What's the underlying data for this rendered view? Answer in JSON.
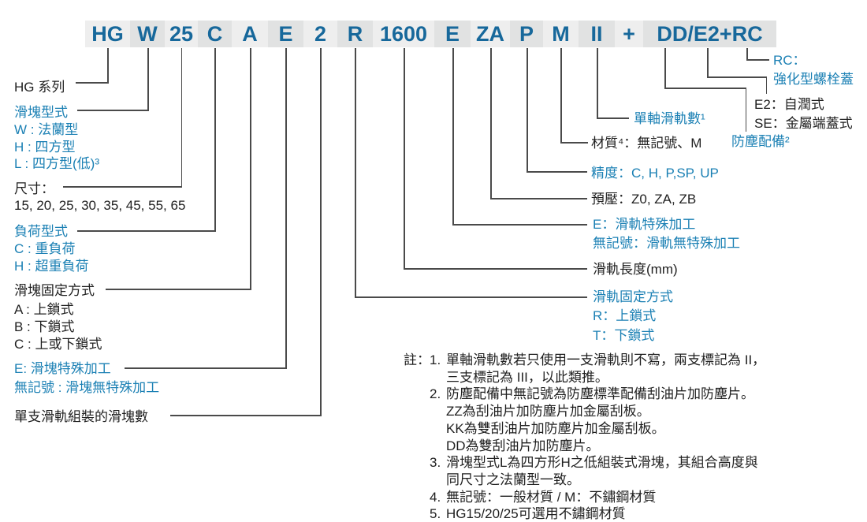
{
  "code": {
    "segments": [
      "HG",
      "W",
      "25",
      "C",
      "A",
      "E",
      "2",
      "R",
      "1600",
      "E",
      "ZA",
      "P",
      "M",
      "II",
      "+",
      "DD/E2+RC"
    ]
  },
  "left": {
    "hg_series": "HG 系列",
    "block_type_title": "滑塊型式",
    "block_type_items": [
      "W : 法蘭型",
      "H : 四方型",
      "L : 四方型(低)³"
    ],
    "size_title": "尺寸：",
    "size_values": "15, 20, 25, 30, 35, 45, 55, 65",
    "load_type_title": "負荷型式",
    "load_type_items": [
      "C : 重負荷",
      "H : 超重負荷"
    ],
    "block_mount_title": "滑塊固定方式",
    "block_mount_items": [
      "A : 上鎖式",
      "B : 下鎖式",
      "C : 上或下鎖式"
    ],
    "block_special_items": [
      "E: 滑塊特殊加工",
      "無記號 : 滑塊無特殊加工"
    ],
    "blocks_per_rail": "單支滑軌組裝的滑塊數"
  },
  "right": {
    "rc_title": "RC：",
    "rc_desc": "強化型螺栓蓋",
    "e2_item": "E2：自潤式",
    "se_item": "SE：金屬端蓋式",
    "dust_label": "防塵配備²",
    "rails_per_axis": "單軸滑軌數¹",
    "material": "材質⁴：無記號、M",
    "precision": "精度：C, H, P,SP, UP",
    "preload": "預壓：Z0, ZA, ZB",
    "rail_special_items": [
      "E：滑軌特殊加工",
      "無記號：滑軌無特殊加工"
    ],
    "rail_length": "滑軌長度(mm)",
    "rail_mount_title": "滑軌固定方式",
    "rail_mount_items": [
      "R：上鎖式",
      "T：下鎖式"
    ]
  },
  "notes": {
    "label": "註：",
    "items": [
      {
        "num": "1.",
        "lines": [
          "單軸滑軌數若只使用一支滑軌則不寫，兩支標記為 II，",
          "三支標記為 III，以此類推。"
        ]
      },
      {
        "num": "2.",
        "lines": [
          "防塵配備中無記號為防塵標準配備刮油片加防塵片。",
          "ZZ為刮油片加防塵片加金屬刮板。",
          "KK為雙刮油片加防塵片加金屬刮板。",
          "DD為雙刮油片加防塵片。"
        ]
      },
      {
        "num": "3.",
        "lines": [
          "滑塊型式L為四方形H之低組裝式滑塊，其組合高度與",
          "同尺寸之法蘭型一致。"
        ]
      },
      {
        "num": "4.",
        "lines": [
          "無記號：一般材質 / M：不鏽鋼材質"
        ]
      },
      {
        "num": "5.",
        "lines": [
          "HG15/20/25可選用不鏽鋼材質"
        ]
      }
    ]
  },
  "colors": {
    "accent_blue": "#1b80b4",
    "code_blue": "#17689b",
    "text_dark": "#1f1f1f",
    "line_gray": "#4a4a4a",
    "box_light": "#eeeeee",
    "box_dark": "#e1e2e2"
  }
}
